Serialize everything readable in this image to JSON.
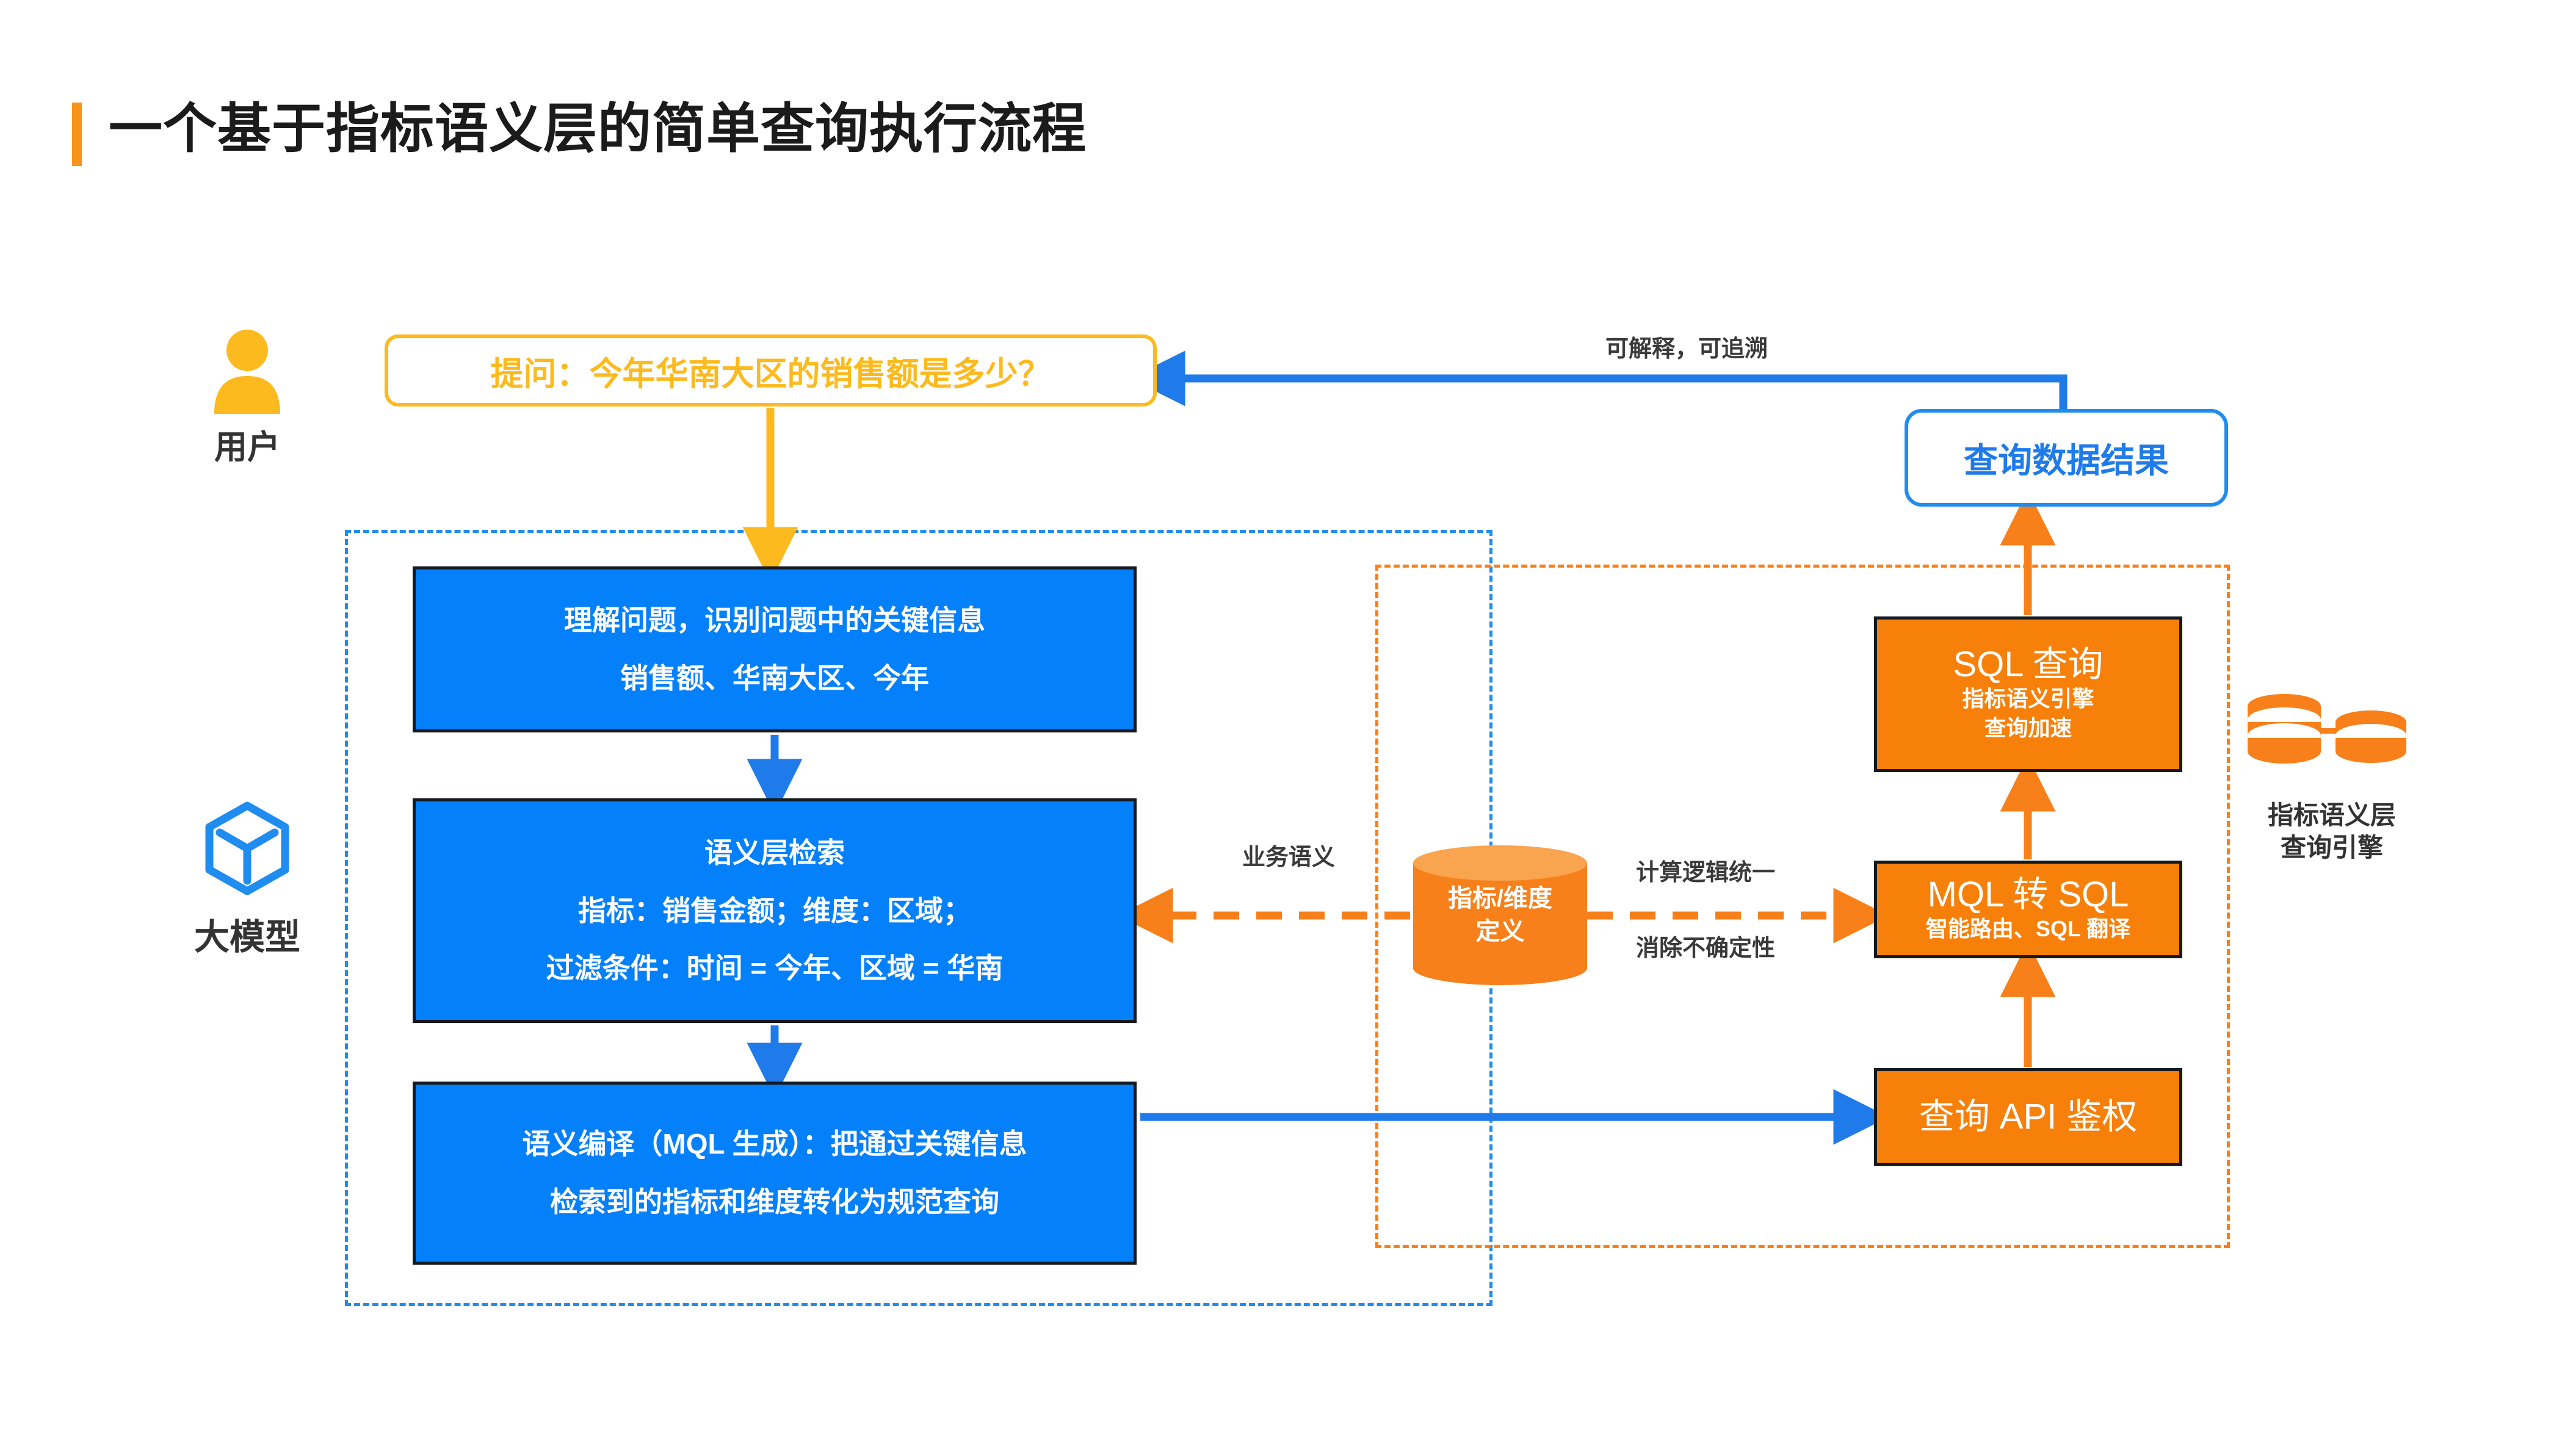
{
  "page": {
    "title": "一个基于指标语义层的简单查询执行流程"
  },
  "colors": {
    "accent_orange": "#F7941E",
    "box_blue": "#0580FB",
    "box_orange": "#F7800A",
    "bubble_amber": "#FCBA1E",
    "dash_blue": "#1f8cf0",
    "dash_orange": "#F7801A"
  },
  "actors": {
    "user": {
      "label": "用户",
      "icon": "user-icon"
    },
    "llm": {
      "label": "大模型",
      "icon": "cube-icon"
    },
    "engine": {
      "label_line1": "指标语义层",
      "label_line2": "查询引擎",
      "icon": "database-icon"
    }
  },
  "question": {
    "text": "提问：今年华南大区的销售额是多少？"
  },
  "result": {
    "text": "查询数据结果"
  },
  "llm_steps": [
    {
      "name": "understand-question",
      "lines": [
        "理解问题，识别问题中的关键信息",
        "销售额、华南大区、今年"
      ]
    },
    {
      "name": "semantic-retrieval",
      "lines": [
        "语义层检索",
        "指标：销售金额；维度：区域；",
        "过滤条件：时间 = 今年、区域 = 华南"
      ]
    },
    {
      "name": "semantic-compile",
      "lines": [
        "语义编译（MQL 生成）：把通过关键信息",
        "检索到的指标和维度转化为规范查询"
      ]
    }
  ],
  "engine_steps": [
    {
      "name": "sql-query",
      "title": "SQL 查询",
      "sub_lines": [
        "指标语义引擎",
        "查询加速"
      ]
    },
    {
      "name": "mql-to-sql",
      "title": "MQL 转 SQL",
      "sub_lines": [
        "智能路由、SQL 翻译"
      ]
    },
    {
      "name": "query-api-auth",
      "title": "查询 API 鉴权",
      "sub_lines": []
    }
  ],
  "store": {
    "line1": "指标/维度",
    "line2": "定义"
  },
  "edge_labels": {
    "traceable": "可解释，可追溯",
    "business_semantics": "业务语义",
    "unified_logic": "计算逻辑统一",
    "remove_uncertainty": "消除不确定性"
  }
}
